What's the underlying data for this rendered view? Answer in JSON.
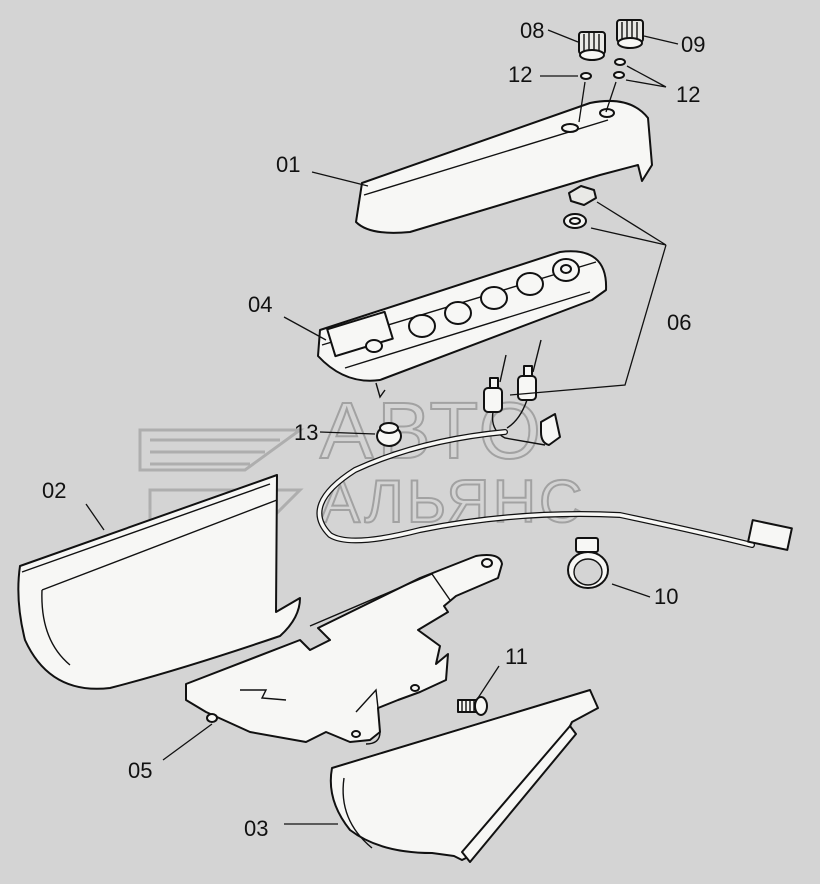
{
  "callouts": {
    "p01": "01",
    "p02": "02",
    "p03": "03",
    "p04": "04",
    "p05": "05",
    "p06": "06",
    "p08": "08",
    "p09": "09",
    "p10": "10",
    "p11": "11",
    "p12a": "12",
    "p12b": "12",
    "p13": "13"
  },
  "watermark": {
    "line1": "АВТО",
    "line2": "АЛЬЯНС"
  },
  "colors": {
    "background": "#d4d4d4",
    "part_fill": "#f7f7f5",
    "outline": "#111111"
  }
}
